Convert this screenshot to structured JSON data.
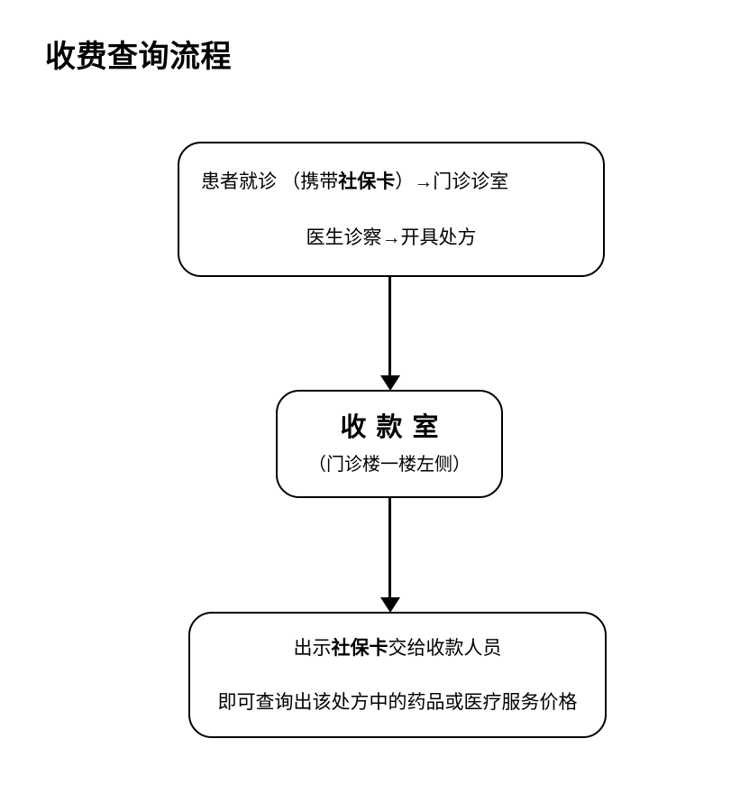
{
  "document": {
    "title": "收费查询流程",
    "background_color": "#ffffff",
    "line_color": "#000000"
  },
  "flow": {
    "nodes": [
      {
        "id": "visit",
        "name": "patient-visit-box",
        "lines": [
          {
            "segments": [
              {
                "text": "患者就诊 （携带",
                "bold": false
              },
              {
                "text": "社保卡",
                "bold": true
              },
              {
                "text": "）→门诊诊室",
                "bold": false
              }
            ],
            "plain": "患者就诊 （携带社保卡）→门诊诊室"
          },
          {
            "segments": [
              {
                "text": "医生诊察→开具处方",
                "bold": false
              }
            ],
            "plain": "医生诊察→开具处方"
          }
        ]
      },
      {
        "id": "cashier",
        "name": "cashier-room-box",
        "lines": [
          {
            "segments": [
              {
                "text": "收款室",
                "bold": true
              }
            ],
            "plain": "收款室"
          },
          {
            "segments": [
              {
                "text": "（门诊楼一楼左侧）",
                "bold": false
              }
            ],
            "plain": "（门诊楼一楼左侧）"
          }
        ]
      },
      {
        "id": "query",
        "name": "price-query-box",
        "lines": [
          {
            "segments": [
              {
                "text": "出示",
                "bold": false
              },
              {
                "text": "社保卡",
                "bold": true
              },
              {
                "text": "交给收款人员",
                "bold": false
              }
            ],
            "plain": "出示社保卡交给收款人员"
          },
          {
            "segments": [
              {
                "text": "即可查询出该处方中的药品或医疗服务价格",
                "bold": false
              }
            ],
            "plain": "即可查询出该处方中的药品或医疗服务价格"
          }
        ]
      }
    ],
    "connectors": [
      {
        "id": "visit-to-cashier",
        "from": "visit",
        "to": "cashier",
        "style": "down-arrow"
      },
      {
        "id": "cashier-to-query",
        "from": "cashier",
        "to": "query",
        "style": "down-arrow"
      }
    ]
  }
}
